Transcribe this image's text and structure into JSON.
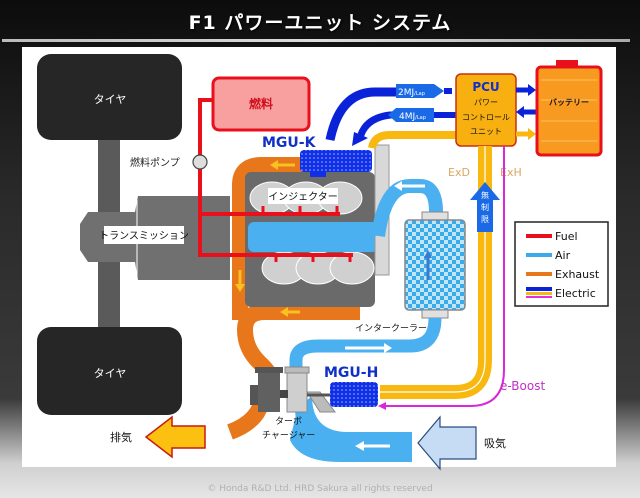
{
  "title": "F1 パワーユニット システム",
  "copyright": "© Honda R&D Ltd. HRD Sakura all rights reserved",
  "labels": {
    "tire_front": "タイヤ",
    "tire_rear": "タイヤ",
    "fuel_tank": "燃料",
    "fuel_pump": "燃料ポンプ",
    "transmission": "トランスミッション",
    "injector": "インジェクター",
    "mgu_k": "MGU-K",
    "mgu_h": "MGU-H",
    "pcu_title": "PCU",
    "pcu_line1": "パワー",
    "pcu_line2": "コントロール",
    "pcu_line3": "ユニット",
    "battery": "バッテリー",
    "flow_2mj": "2MJ",
    "flow_2mj_unit": "/Lap",
    "flow_4mj": "4MJ",
    "flow_4mj_unit": "/Lap",
    "exd": "ExD",
    "exh": "ExH",
    "unlimited_1": "無",
    "unlimited_2": "制",
    "unlimited_3": "限",
    "intercooler": "インタークーラー",
    "turbo_1": "ターボ",
    "turbo_2": "チャージャー",
    "exhaust_out": "排気",
    "intake": "吸気",
    "e_boost": "e-Boost"
  },
  "legend": {
    "items": [
      {
        "label": "Fuel",
        "color": "#e8101a"
      },
      {
        "label": "Air",
        "color": "#3aabe8"
      },
      {
        "label": "Exhaust",
        "color": "#e8761a"
      },
      {
        "label": "Electric",
        "colors": [
          "#0a22d8",
          "#f8b810",
          "#e030e0"
        ]
      }
    ]
  },
  "colors": {
    "fuel": "#e8101a",
    "air": "#4ab0f0",
    "exhaust": "#e8761a",
    "electric_blue": "#0a22d8",
    "electric_yellow": "#f8b810",
    "electric_magenta": "#d828d8",
    "pcu_fill": "#f8b010",
    "battery_fill": "#f89a20",
    "tire": "#262626",
    "engine_gray": "#6a6a6a"
  }
}
